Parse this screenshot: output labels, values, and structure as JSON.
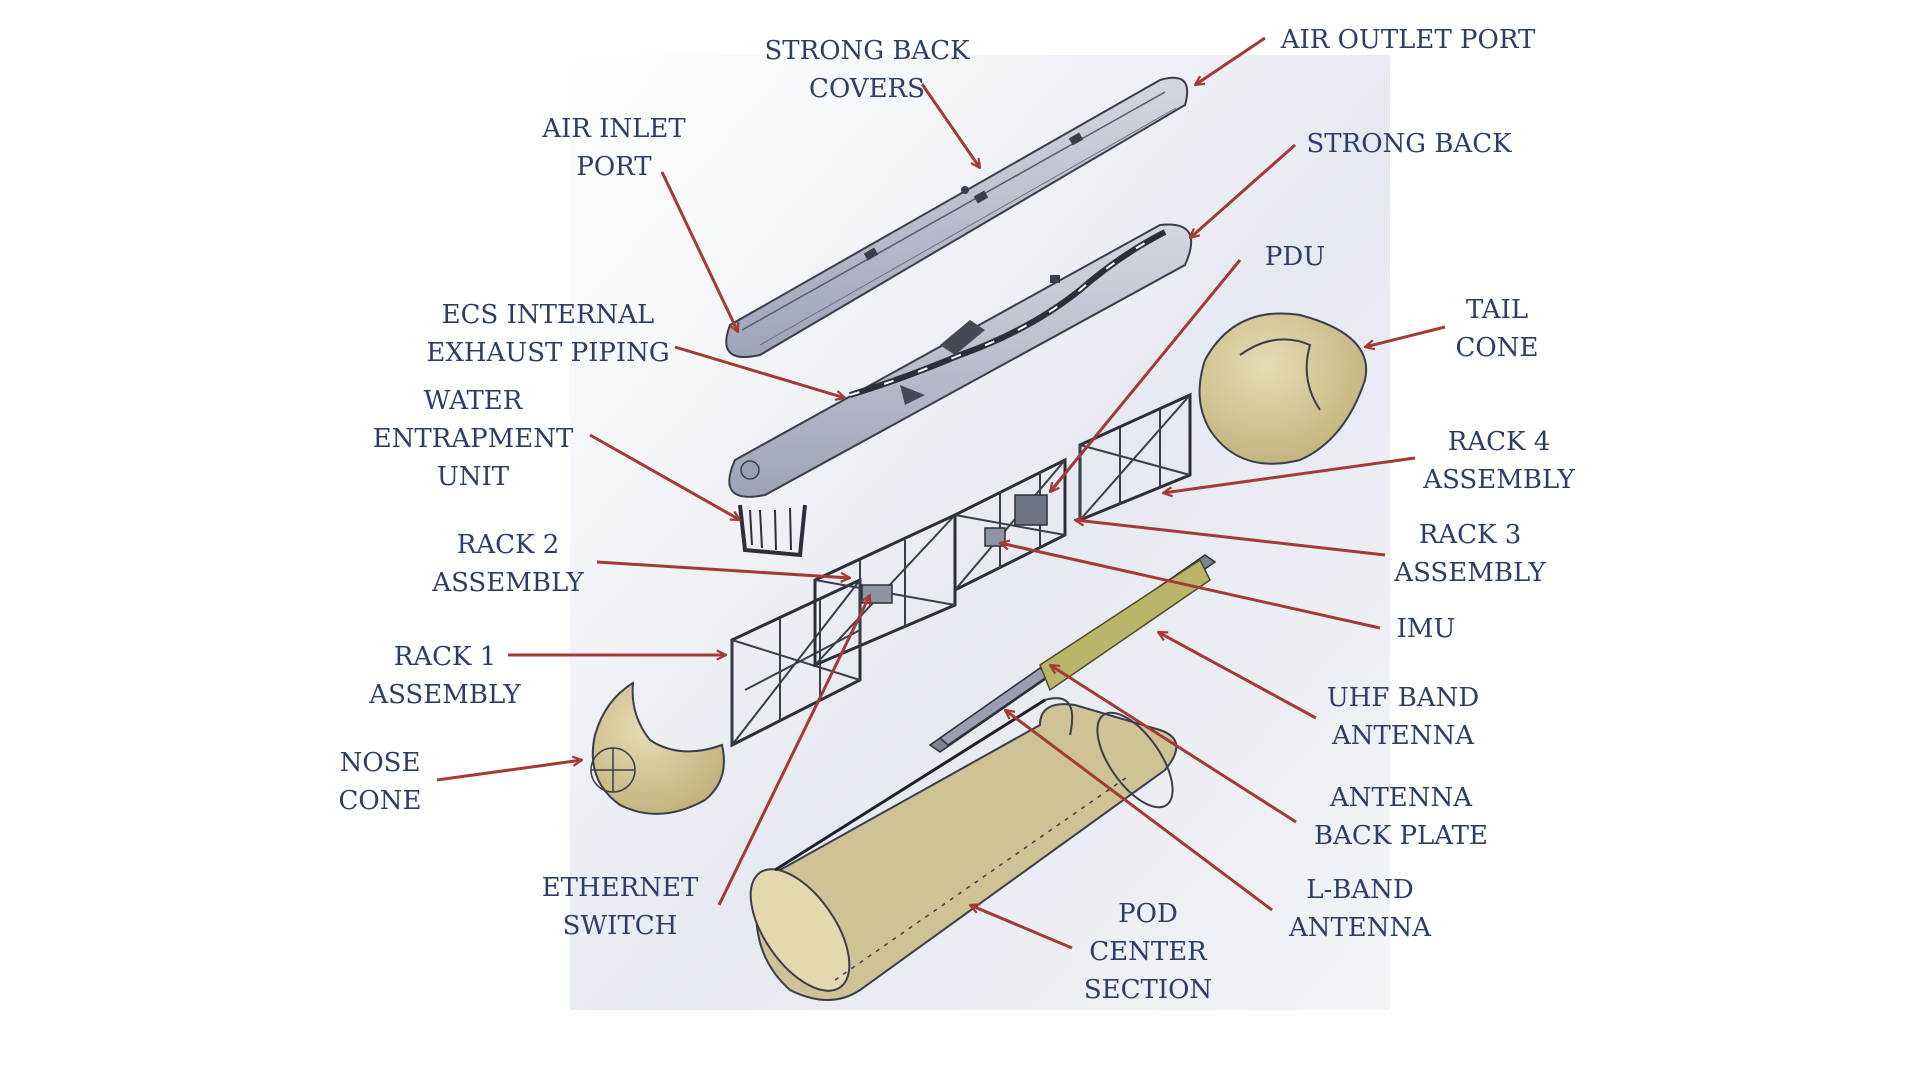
{
  "colors": {
    "label_text": "#2c3e66",
    "leader_arrow": "#a33a34",
    "metal": "#b8bccf",
    "composite": "#d9cc9e",
    "uhf_antenna": "#b9b56a",
    "backdrop": "#e6e9f1"
  },
  "labels": {
    "strong_back_covers": [
      "STRONG BACK",
      "COVERS"
    ],
    "air_outlet_port": [
      "AIR OUTLET PORT"
    ],
    "air_inlet_port": [
      "AIR INLET",
      "PORT"
    ],
    "strong_back": [
      "STRONG BACK"
    ],
    "pdu": [
      "PDU"
    ],
    "ecs_internal_exhaust_piping": [
      "ECS INTERNAL",
      "EXHAUST PIPING"
    ],
    "tail_cone": [
      "TAIL",
      "CONE"
    ],
    "water_entrapment_unit": [
      "WATER",
      "ENTRAPMENT",
      "UNIT"
    ],
    "rack_4_assembly": [
      "RACK 4",
      "ASSEMBLY"
    ],
    "rack_2_assembly": [
      "RACK 2",
      "ASSEMBLY"
    ],
    "rack_3_assembly": [
      "RACK 3",
      "ASSEMBLY"
    ],
    "imu": [
      "IMU"
    ],
    "rack_1_assembly": [
      "RACK 1",
      "ASSEMBLY"
    ],
    "uhf_band_antenna": [
      "UHF BAND",
      "ANTENNA"
    ],
    "nose_cone": [
      "NOSE",
      "CONE"
    ],
    "antenna_back_plate": [
      "ANTENNA",
      "BACK PLATE"
    ],
    "ethernet_switch": [
      "ETHERNET",
      "SWITCH"
    ],
    "l_band_antenna": [
      "L-BAND",
      "ANTENNA"
    ],
    "pod_center_section": [
      "POD",
      "CENTER",
      "SECTION"
    ]
  }
}
